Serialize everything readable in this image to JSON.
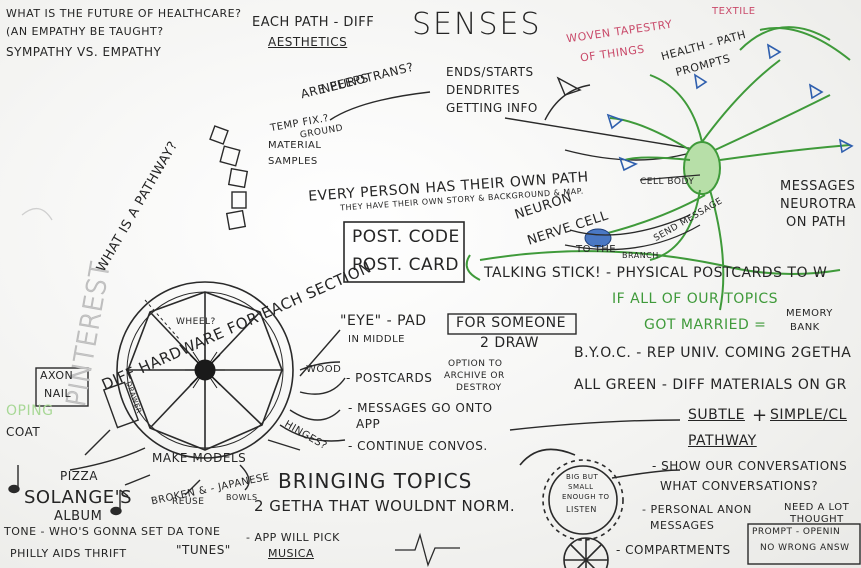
{
  "notes": {
    "q1": "WHAT IS THE FUTURE OF HEALTHCARE?",
    "q2": "(AN EMPATHY BE TAUGHT?",
    "q3": "SYMPATHY VS. EMPATHY",
    "each_path": "EACH PATH - DIFF",
    "aesthetics": "AESTHETICS",
    "senses": "SENSES",
    "woven_tapestry": "WOVEN TAPESTRY",
    "of_things": "OF THINGS",
    "textile": "TEXTILE",
    "health_prompts_1": "HEALTH - PATH",
    "health_prompts_2": "PROMPTS",
    "are_peeps": "ARE PEEPS",
    "neurotrans": "NEUROTRANS?",
    "ends_starts": "ENDS/STARTS",
    "dendrites": "DENDRITES",
    "getting_info": "GETTING INFO",
    "temp_fix": "TEMP FIX.?",
    "ground": "GROUND",
    "material": "MATERIAL",
    "samples": "SAMPLES",
    "what_is_a_pathway": "WHAT IS A PATHWAY?",
    "pinterest": "PINTEREST",
    "every_person": "EVERY PERSON HAS THEIR OWN PATH",
    "every_person_sub": "THEY HAVE THEIR OWN STORY & BACKGROUND & MAP.",
    "cell_body": "CELL BODY",
    "messages_1": "MESSAGES",
    "messages_2": "NEUROTRA",
    "messages_3": "ON PATH",
    "neuron": "NEURON",
    "nerve_cell": "NERVE CELL",
    "send_message": "SEND MESSAGE",
    "to_the": "TO THE",
    "branch": "BRANCH",
    "diff_hardware": "DIFF HARDWARE FOR EACH SECTION",
    "post_code": "POST. CODE",
    "post_card": "POST. CARD",
    "talking_stick": "TALKING STICK! - PHYSICAL POSTCARDS TO W",
    "if_all": "IF ALL OF OUR TOPICS",
    "got_married": "GOT MARRIED =",
    "memory": "MEMORY",
    "bank": "BANK",
    "eye_pad": "\"EYE\" - PAD",
    "in_middle": "IN MIDDLE",
    "for_someone": "FOR SOMEONE",
    "to_draw": "2 DRAW",
    "byoc": "B.Y.O.C. - REP UNIV. COMING 2GETHA",
    "wood": "WOOD",
    "postcards": "- POSTCARDS",
    "option_archive": "OPTION TO",
    "archive_or": "ARCHIVE OR",
    "destroy": "DESTROY",
    "all_green": "ALL GREEN - DIFF MATERIALS ON GR",
    "axon": "AXON",
    "nail": "NAIL",
    "oping": "OPING",
    "coat": "COAT",
    "messages_go": "- MESSAGES GO ONTO",
    "app": "APP",
    "subtle": "SUBTLE",
    "plus": "+",
    "simple": "SIMPLE/CL",
    "pathway": "PATHWAY",
    "hinges": "HINGES?",
    "continue_convos": "- CONTINUE CONVOS.",
    "wheel": "WHEEL?",
    "drawer": "DRAWER",
    "pizza": "PIZZA",
    "solange": "SOLANGE'S",
    "album": "ALBUM",
    "make_models": "MAKE MODELS",
    "broken_japanese": "BROKEN & - JAPANESE",
    "reuse": "REUSE",
    "bowls": "BOWLS",
    "bringing_topics": "BRINGING TOPICS",
    "getha": "2 GETHA THAT WOULDNT NORM.",
    "show_conv": "- SHOW OUR CONVERSATIONS",
    "what_conv": "WHAT CONVERSATIONS?",
    "need_a_lot": "NEED A LOT",
    "thought": "THOUGHT",
    "big_but": "BIG BUT",
    "small": "SMALL",
    "enough_to": "ENOUGH TO",
    "listen": "LISTEN",
    "personal_anon": "- PERSONAL ANON",
    "anon_messages": "MESSAGES",
    "prompt": "PROMPT - OPENIN",
    "no_wrong": "NO WRONG ANSW",
    "tone": "TONE - WHO'S GONNA SET DA TONE",
    "tunes": "\"TUNES\"",
    "app_will_pick": "- APP WILL PICK",
    "musica": "MUSICA",
    "philly": "PHILLY AIDS THRIFT",
    "compartments": "- COMPARTMENTS"
  },
  "colors": {
    "ink": "#252525",
    "green": "#3f9a3a",
    "pink": "#c94a6a",
    "blue": "#2f5fae",
    "pale_green": "#b7dfa8"
  }
}
